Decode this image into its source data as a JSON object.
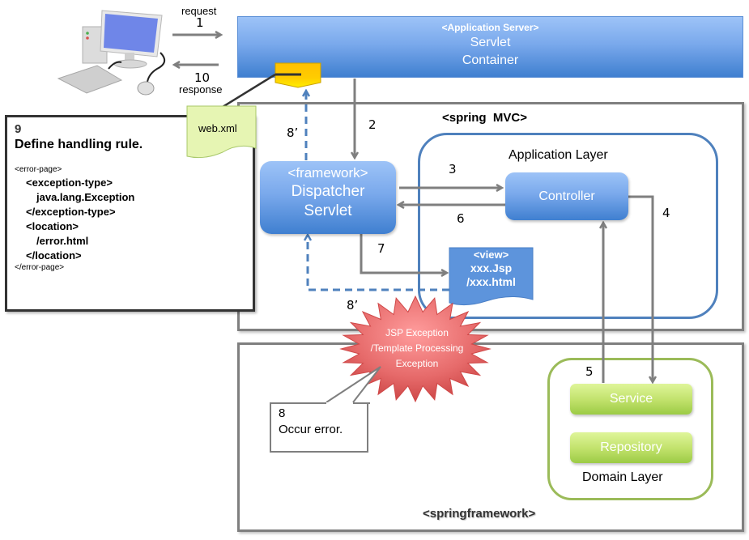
{
  "client": {
    "icon": "desktop-computer-icon",
    "request_label": "request",
    "request_step": "1",
    "response_step": "10",
    "response_label": "response"
  },
  "app_server": {
    "stereotype": "<Application Server>",
    "line1": "Servlet",
    "line2": "Container"
  },
  "web_xml": {
    "label": "web.xml"
  },
  "rule_box": {
    "step": "9",
    "title": "Define handling rule.",
    "lines": [
      "<error-page>",
      "<exception-type>",
      "java.lang.Exception",
      "</exception-type>",
      "<location>",
      "/error.html",
      "</location>",
      "</error-page>"
    ]
  },
  "spring_mvc": {
    "label": "<spring  MVC>"
  },
  "dispatcher": {
    "stereotype": "<framework>",
    "line1": "Dispatcher",
    "line2": "Servlet"
  },
  "application_layer": {
    "label": "Application Layer",
    "controller": "Controller"
  },
  "view": {
    "stereotype": "<view>",
    "line1": "xxx.Jsp",
    "line2": "/xxx.html"
  },
  "exception_burst": {
    "line1": "JSP Exception",
    "line2": "/Template Processing",
    "line3": "Exception"
  },
  "error_callout": {
    "step": "8",
    "text": "Occur error."
  },
  "domain_layer": {
    "label": "Domain Layer",
    "service": "Service",
    "repository": "Repository"
  },
  "springframework": {
    "label": "<springframework>"
  },
  "steps": {
    "s2": "2",
    "s3": "3",
    "s4": "4",
    "s5": "5",
    "s6": "6",
    "s7": "7",
    "s8a": "8’",
    "s8b": "8’"
  },
  "colors": {
    "arrow": "#7f7f7f",
    "dashed": "#4f81bd",
    "app_layer_border": "#4f81bd",
    "domain_border": "#9bbb59",
    "burst": "#e35a5a",
    "tab": "#ffc000"
  }
}
